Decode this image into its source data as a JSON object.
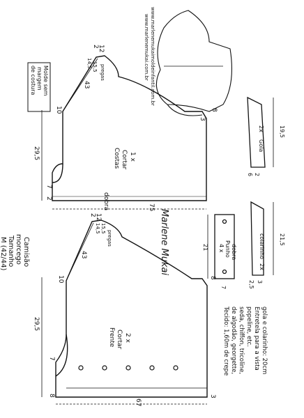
{
  "title_block": {
    "line1": "Camisão",
    "line2": "morcego",
    "line3": "Tamanho",
    "line4": "M (42/44)"
  },
  "molde_note": {
    "line1": "Molde sem",
    "line2": "margem",
    "line3": "de costura"
  },
  "website": {
    "line1": "www.marlenemukai.com.br",
    "line2": "www.marlenemukaimoldeinfantil.com.br"
  },
  "back_piece": {
    "label1": "Costas",
    "label2": "Cortar",
    "label3": "1 x",
    "fold": "dobra",
    "m_top_height": "29,5",
    "m_top_left": "10",
    "m_left": "2",
    "m_neck": "7",
    "m_diag": "43",
    "m_top": "12",
    "m_top2": "2",
    "m_sleeve_a": "14,5",
    "m_sleeve_b": "15,5",
    "m_pregas": "pregas",
    "m_right": "8",
    "m_bottom_right": "3",
    "m_width": "75"
  },
  "front_piece": {
    "label1": "Frente",
    "label2": "Cortar",
    "label3": "2 x",
    "m_height": "29,5",
    "m_top_left": "10",
    "m_neck": "7",
    "m_left": "8",
    "m_diag": "43",
    "m_top": "12",
    "m_top2": "2",
    "m_sleeve_a": "14,5",
    "m_sleeve_b": "15,5",
    "m_pregas": "pregas",
    "m_right": "8",
    "m_bottom_right": "3",
    "m_width": "67"
  },
  "cuff_piece": {
    "label1": "Punho",
    "label2": "4 x",
    "fold": "dobra",
    "m_length": "21",
    "m_width": "7"
  },
  "collar_piece": {
    "label1": "Gola",
    "label2": "2x",
    "m_length": "19,5",
    "m_a": "6",
    "m_b": "2"
  },
  "stand_piece": {
    "label1": "colarinho",
    "label2": "2x",
    "m_length": "21,5",
    "m_a": "2,5",
    "m_b": "3"
  },
  "notes": {
    "line1": "Tecido: 1,60m de crepe",
    "line2": "de algodão, georgette,",
    "line3": "seda, chiffon, tricoline,",
    "line4": "popeline, etc.",
    "line5": "Entretela para a vista",
    "line6": "gola e colarinho: 20cm"
  },
  "signature": "Marlene Mukai"
}
